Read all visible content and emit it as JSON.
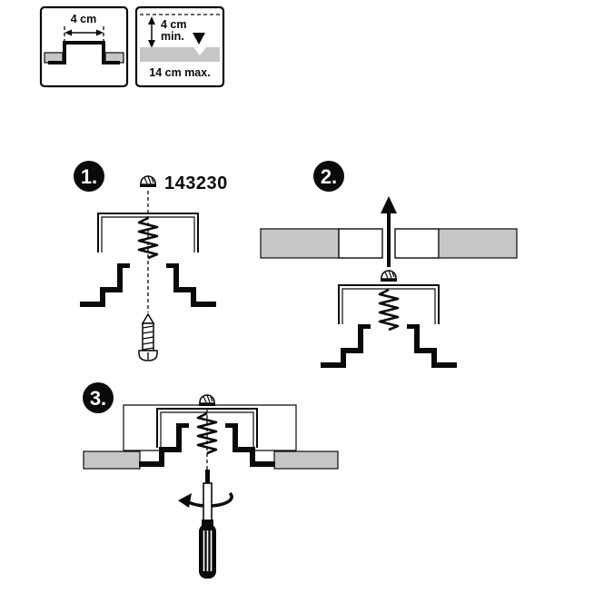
{
  "page": {
    "kind": "ceiling-profile-installation-instructions",
    "background": "#ffffff"
  },
  "colors": {
    "panel_gray": "#c6c6c6",
    "ink": "#0a0a0a",
    "paper": "#ffffff"
  },
  "spec_boxes": {
    "width_box": {
      "dimension_label": "4 cm"
    },
    "depth_box": {
      "min_value": "4 cm",
      "min_unit": "min.",
      "max_label": "14 cm max."
    }
  },
  "steps": {
    "one": {
      "badge": "1.",
      "part_number": "143230"
    },
    "two": {
      "badge": "2."
    },
    "three": {
      "badge": "3."
    }
  },
  "icons": {
    "step1": [
      "dome-nut-icon",
      "bracket-spring-icon",
      "ceiling-profile-icon",
      "screw-icon"
    ],
    "step2": [
      "up-arrow-icon",
      "ceiling-cutout-icon",
      "dome-nut-icon",
      "bracket-spring-icon",
      "ceiling-profile-icon"
    ],
    "step3": [
      "dome-nut-icon",
      "bracket-spring-icon",
      "ceiling-profile-icon",
      "rotate-arrow-icon",
      "screwdriver-icon"
    ]
  }
}
